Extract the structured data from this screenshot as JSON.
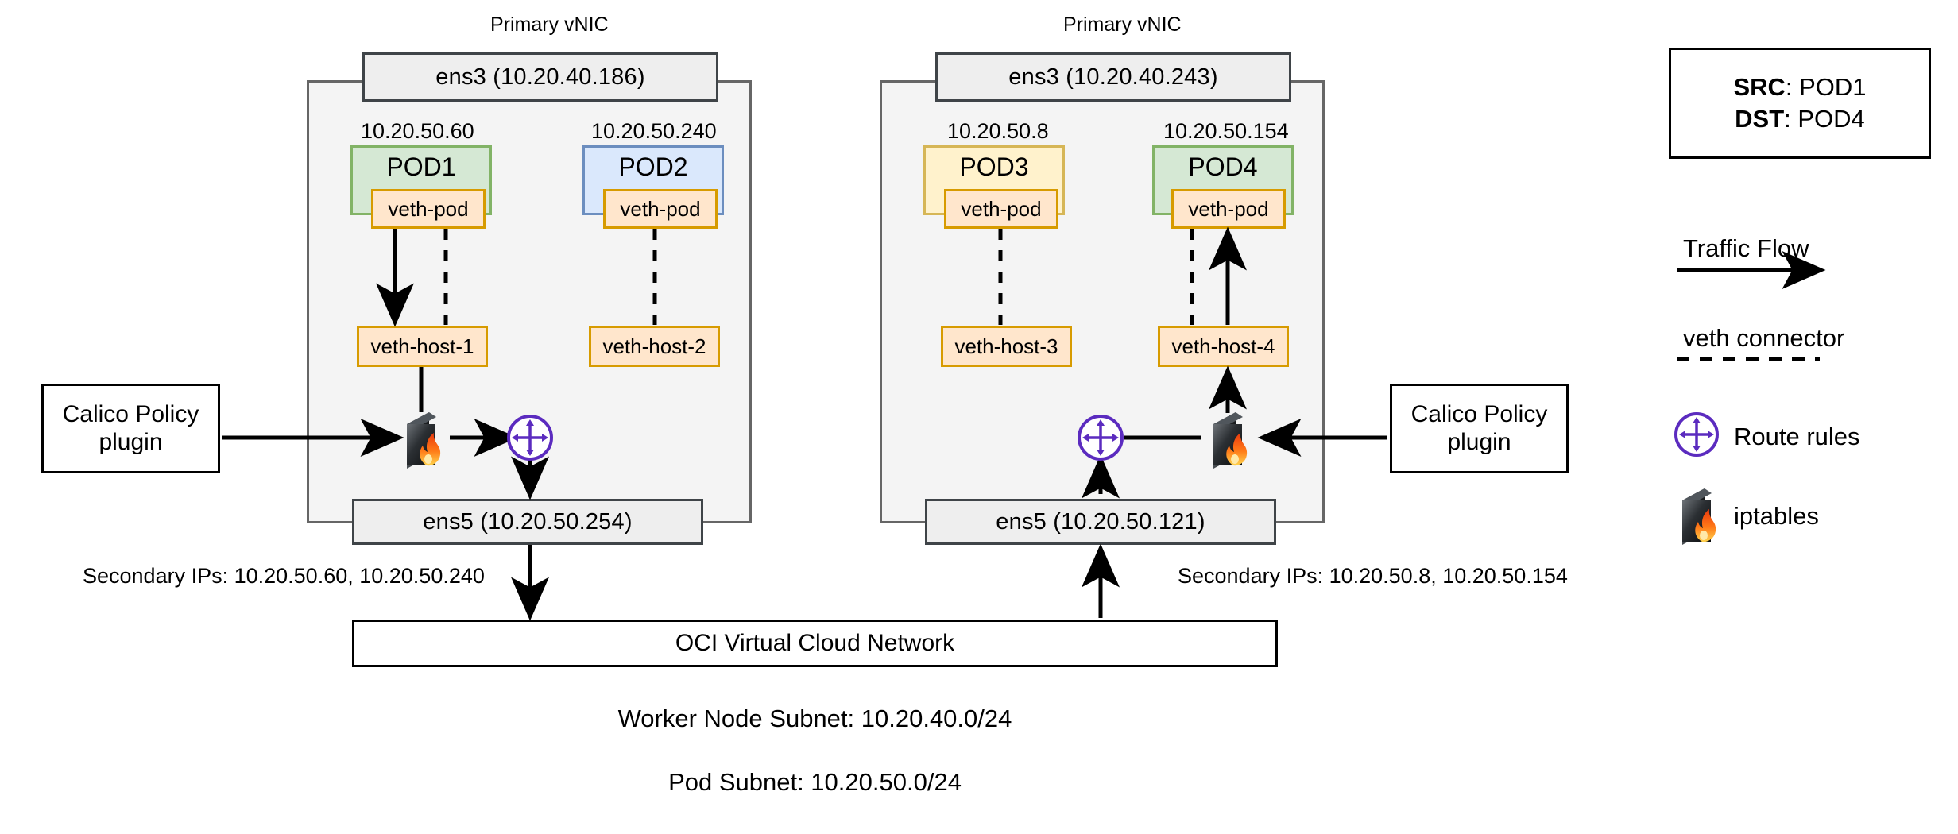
{
  "diagram": {
    "title": "Calico CNI pod-to-pod traffic across OCI worker nodes",
    "colors": {
      "pod_green_fill": "#d5e8d4",
      "pod_green_border": "#82b366",
      "pod_blue_fill": "#dae8fc",
      "pod_blue_border": "#6c8ebf",
      "pod_yellow_fill": "#fff2cc",
      "pod_yellow_border": "#d6b656",
      "veth_fill": "#ffe6cc",
      "veth_border": "#d79b00",
      "node_fill": "#f4f4f4",
      "node_border": "#666666",
      "nic_fill": "#eeeeee",
      "nic_border": "#3f4448",
      "route_icon": "#5b2bbf",
      "arrow": "#000000"
    }
  },
  "nodes": [
    {
      "id": "left",
      "vnic_caption": "Primary vNIC",
      "primary_nic": "ens3 (10.20.40.186)",
      "secondary_nic": "ens5 (10.20.50.254)",
      "secondary_ips_label": "Secondary IPs:  10.20.50.60, 10.20.50.240",
      "pods": [
        {
          "ip": "10.20.50.60",
          "name": "POD1",
          "color": "green",
          "veth_pod": "veth-pod",
          "veth_host": "veth-host-1"
        },
        {
          "ip": "10.20.50.240",
          "name": "POD2",
          "color": "blue",
          "veth_pod": "veth-pod",
          "veth_host": "veth-host-2"
        }
      ],
      "iptables_icon": "iptables-icon",
      "route_icon": "route-rules-icon",
      "calico": "Calico Policy\nplugin"
    },
    {
      "id": "right",
      "vnic_caption": "Primary vNIC",
      "primary_nic": "ens3 (10.20.40.243)",
      "secondary_nic": "ens5 (10.20.50.121)",
      "secondary_ips_label": "Secondary IPs:  10.20.50.8, 10.20.50.154",
      "pods": [
        {
          "ip": "10.20.50.8",
          "name": "POD3",
          "color": "yellow",
          "veth_pod": "veth-pod",
          "veth_host": "veth-host-3"
        },
        {
          "ip": "10.20.50.154",
          "name": "POD4",
          "color": "green",
          "veth_pod": "veth-pod",
          "veth_host": "veth-host-4"
        }
      ],
      "iptables_icon": "iptables-icon",
      "route_icon": "route-rules-icon",
      "calico": "Calico Policy\nplugin"
    }
  ],
  "calico_left": {
    "line1": "Calico Policy",
    "line2": "plugin"
  },
  "calico_right": {
    "line1": "Calico Policy",
    "line2": "plugin"
  },
  "vcn": {
    "label": "OCI Virtual Cloud Network"
  },
  "footer": {
    "worker_subnet": "Worker Node Subnet: 10.20.40.0/24",
    "pod_subnet": "Pod Subnet: 10.20.50.0/24"
  },
  "legend": {
    "src_dst": {
      "src_key": "SRC",
      "src_val": ": POD1",
      "dst_key": "DST",
      "dst_val": ": POD4"
    },
    "traffic_flow": "Traffic Flow",
    "veth_connector": "veth connector",
    "route_rules": "Route rules",
    "iptables": "iptables"
  }
}
